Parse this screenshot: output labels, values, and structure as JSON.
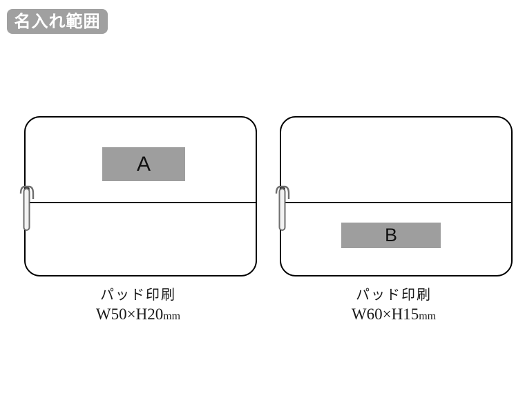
{
  "header": {
    "badge_label": "名入れ範囲",
    "badge_color": "#a0a0a0",
    "badge_text_color": "#ffffff"
  },
  "colors": {
    "print_area_gray": "#9e9e9e",
    "outline": "#000000",
    "background": "#ffffff"
  },
  "figures": [
    {
      "id": "figure-a",
      "print_area_letter": "A",
      "print_area_position": "upper",
      "caption": {
        "method": "パッド印刷",
        "size_value": "W50×H20",
        "size_unit": "mm"
      }
    },
    {
      "id": "figure-b",
      "print_area_letter": "B",
      "print_area_position": "lower",
      "caption": {
        "method": "パッド印刷",
        "size_value": "W60×H15",
        "size_unit": "mm"
      }
    }
  ]
}
